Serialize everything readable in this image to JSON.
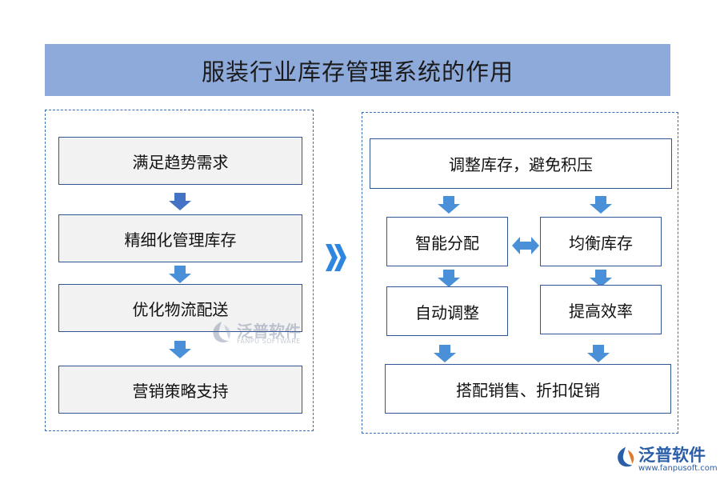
{
  "title": "服装行业库存管理系统的作用",
  "left_flow": {
    "steps": [
      "满足趋势需求",
      "精细化管理库存",
      "优化物流配送",
      "营销策略支持"
    ]
  },
  "right_flow": {
    "top": "调整库存，避免积压",
    "mid_left": "智能分配",
    "mid_right": "均衡库存",
    "low_left": "自动调整",
    "low_right": "提高效率",
    "bottom": "搭配销售、折扣促销"
  },
  "watermark": {
    "name": "泛普软件",
    "sub": "FANPU SOFTWARE"
  },
  "logo": {
    "name": "泛普软件",
    "url": "www.fanpusoft.com"
  },
  "colors": {
    "title_bg": "#8eaadb",
    "arrow": "#4a90d9",
    "arrow_dark": "#4472c4",
    "border": "#2f5597"
  }
}
